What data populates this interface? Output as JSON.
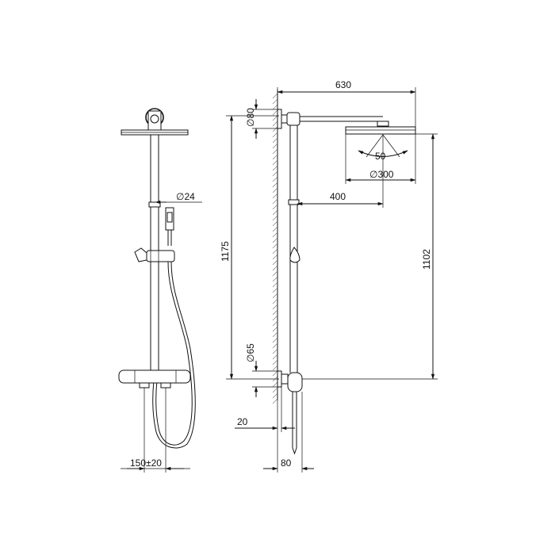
{
  "dimensions": {
    "overall_width": "630",
    "wall_flange_diameter": "80",
    "head_diameter": "300",
    "spray_angle": "50",
    "arm_to_head_center": "400",
    "total_height": "1175",
    "head_height": "1102",
    "riser_diameter": "24",
    "lower_flange_diameter": "65",
    "offset_20": "20",
    "depth_80": "80",
    "inlet_spacing": "150±20"
  },
  "symbols": {
    "diameter": "∅"
  },
  "colors": {
    "line": "#111111",
    "background": "#ffffff",
    "wall_hatch": "#777777"
  }
}
